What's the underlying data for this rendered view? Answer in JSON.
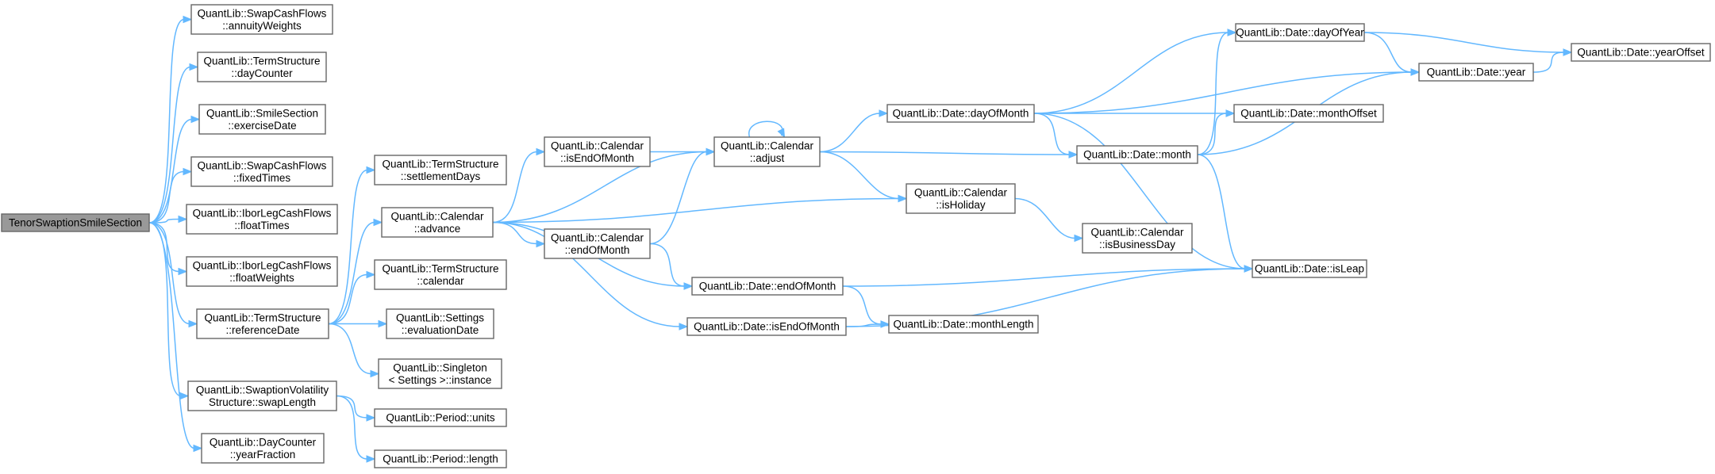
{
  "graph": {
    "edge_color": "#63b8ff",
    "node_border_color": "#666666",
    "root_fill_color": "#999999",
    "nodes": [
      {
        "id": "root",
        "lines": [
          "TenorSwaptionSmileSection"
        ],
        "root": true
      },
      {
        "id": "annuity",
        "lines": [
          "QuantLib::SwapCashFlows",
          "::annuityWeights"
        ]
      },
      {
        "id": "daycounter",
        "lines": [
          "QuantLib::TermStructure",
          "::dayCounter"
        ]
      },
      {
        "id": "exercise",
        "lines": [
          "QuantLib::SmileSection",
          "::exerciseDate"
        ]
      },
      {
        "id": "fixedtimes",
        "lines": [
          "QuantLib::SwapCashFlows",
          "::fixedTimes"
        ]
      },
      {
        "id": "floattimes",
        "lines": [
          "QuantLib::IborLegCashFlows",
          "::floatTimes"
        ]
      },
      {
        "id": "floatweights",
        "lines": [
          "QuantLib::IborLegCashFlows",
          "::floatWeights"
        ]
      },
      {
        "id": "refdate",
        "lines": [
          "QuantLib::TermStructure",
          "::referenceDate"
        ]
      },
      {
        "id": "swaplength",
        "lines": [
          "QuantLib::SwaptionVolatility",
          "Structure::swapLength"
        ]
      },
      {
        "id": "yearfraction",
        "lines": [
          "QuantLib::DayCounter",
          "::yearFraction"
        ]
      },
      {
        "id": "settlementdays",
        "lines": [
          "QuantLib::TermStructure",
          "::settlementDays"
        ]
      },
      {
        "id": "advance",
        "lines": [
          "QuantLib::Calendar",
          "::advance"
        ]
      },
      {
        "id": "tscalendar",
        "lines": [
          "QuantLib::TermStructure",
          "::calendar"
        ]
      },
      {
        "id": "evaldate",
        "lines": [
          "QuantLib::Settings",
          "::evaluationDate"
        ]
      },
      {
        "id": "singleton",
        "lines": [
          "QuantLib::Singleton",
          "< Settings >::instance"
        ]
      },
      {
        "id": "units",
        "lines": [
          "QuantLib::Period::units"
        ]
      },
      {
        "id": "plength",
        "lines": [
          "QuantLib::Period::length"
        ]
      },
      {
        "id": "isendofmonth",
        "lines": [
          "QuantLib::Calendar",
          "::isEndOfMonth"
        ]
      },
      {
        "id": "calendofmonth",
        "lines": [
          "QuantLib::Calendar",
          "::endOfMonth"
        ]
      },
      {
        "id": "adjust",
        "lines": [
          "QuantLib::Calendar",
          "::adjust"
        ]
      },
      {
        "id": "dateendofmonth",
        "lines": [
          "QuantLib::Date::endOfMonth"
        ]
      },
      {
        "id": "dateisendofmonth",
        "lines": [
          "QuantLib::Date::isEndOfMonth"
        ]
      },
      {
        "id": "dayofmonth",
        "lines": [
          "QuantLib::Date::dayOfMonth"
        ]
      },
      {
        "id": "isholiday",
        "lines": [
          "QuantLib::Calendar",
          "::isHoliday"
        ]
      },
      {
        "id": "monthlength",
        "lines": [
          "QuantLib::Date::monthLength"
        ]
      },
      {
        "id": "dayofyear",
        "lines": [
          "QuantLib::Date::dayOfYear"
        ]
      },
      {
        "id": "monthoffset",
        "lines": [
          "QuantLib::Date::monthOffset"
        ]
      },
      {
        "id": "month",
        "lines": [
          "QuantLib::Date::month"
        ]
      },
      {
        "id": "isbusinessday",
        "lines": [
          "QuantLib::Calendar",
          "::isBusinessDay"
        ]
      },
      {
        "id": "year",
        "lines": [
          "QuantLib::Date::year"
        ]
      },
      {
        "id": "isleap",
        "lines": [
          "QuantLib::Date::isLeap"
        ]
      },
      {
        "id": "yearoffset",
        "lines": [
          "QuantLib::Date::yearOffset"
        ]
      }
    ],
    "edges": [
      [
        "root",
        "annuity"
      ],
      [
        "root",
        "daycounter"
      ],
      [
        "root",
        "exercise"
      ],
      [
        "root",
        "fixedtimes"
      ],
      [
        "root",
        "floattimes"
      ],
      [
        "root",
        "floatweights"
      ],
      [
        "root",
        "refdate"
      ],
      [
        "root",
        "swaplength"
      ],
      [
        "root",
        "yearfraction"
      ],
      [
        "refdate",
        "settlementdays"
      ],
      [
        "refdate",
        "advance"
      ],
      [
        "refdate",
        "tscalendar"
      ],
      [
        "refdate",
        "evaldate"
      ],
      [
        "refdate",
        "singleton"
      ],
      [
        "swaplength",
        "units"
      ],
      [
        "swaplength",
        "plength"
      ],
      [
        "advance",
        "isendofmonth"
      ],
      [
        "advance",
        "adjust"
      ],
      [
        "advance",
        "isholiday"
      ],
      [
        "advance",
        "calendofmonth"
      ],
      [
        "advance",
        "dateendofmonth"
      ],
      [
        "advance",
        "dateisendofmonth"
      ],
      [
        "isendofmonth",
        "adjust"
      ],
      [
        "calendofmonth",
        "adjust"
      ],
      [
        "calendofmonth",
        "dateendofmonth"
      ],
      [
        "adjust",
        "adjust"
      ],
      [
        "adjust",
        "dayofmonth"
      ],
      [
        "adjust",
        "isholiday"
      ],
      [
        "adjust",
        "month"
      ],
      [
        "dateendofmonth",
        "isleap"
      ],
      [
        "dateendofmonth",
        "monthlength"
      ],
      [
        "dateisendofmonth",
        "monthlength"
      ],
      [
        "dateisendofmonth",
        "isleap"
      ],
      [
        "dayofmonth",
        "dayofyear"
      ],
      [
        "dayofmonth",
        "year"
      ],
      [
        "dayofmonth",
        "monthoffset"
      ],
      [
        "dayofmonth",
        "month"
      ],
      [
        "dayofmonth",
        "isleap"
      ],
      [
        "isholiday",
        "isbusinessday"
      ],
      [
        "month",
        "dayofyear"
      ],
      [
        "month",
        "monthoffset"
      ],
      [
        "month",
        "year"
      ],
      [
        "month",
        "isleap"
      ],
      [
        "dayofyear",
        "year"
      ],
      [
        "dayofyear",
        "yearoffset"
      ],
      [
        "year",
        "yearoffset"
      ]
    ]
  }
}
